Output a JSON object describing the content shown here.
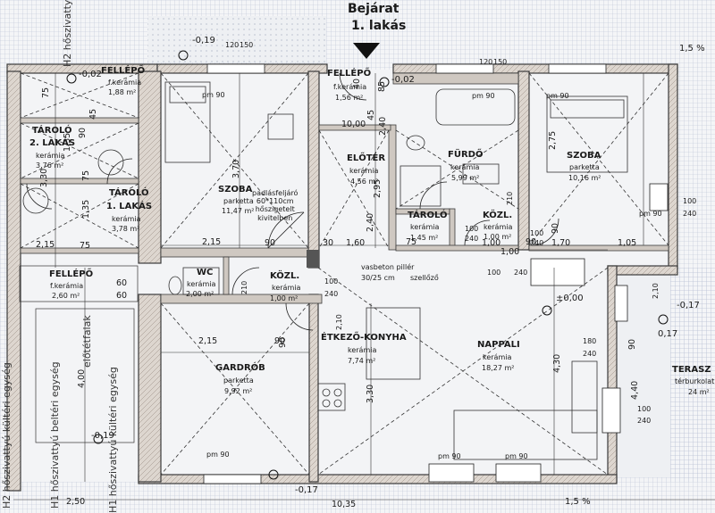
{
  "entrance": {
    "line1": "Bejárat",
    "line2": "1. lakás"
  },
  "rooms": [
    {
      "key": "fellepo-left",
      "name": "FELLÉPŐ",
      "material": "f.kerámia",
      "area": "1,88 m²"
    },
    {
      "key": "fellepo-entry",
      "name": "FELLÉPŐ",
      "material": "f.kerámia",
      "area": "1,56 m²"
    },
    {
      "key": "tarolo-2",
      "name": "TÁROLÓ",
      "sub": "2. LAKÁS",
      "material": "kerámia",
      "area": "3,76 m²"
    },
    {
      "key": "tarolo-1",
      "name": "TÁROLÓ",
      "sub": "1. LAKÁS",
      "material": "kerámia",
      "area": "3,78 m²"
    },
    {
      "key": "fellepo-low",
      "name": "FELLÉPŐ",
      "material": "f.kerámia",
      "area": "2,60 m²"
    },
    {
      "key": "szoba-left",
      "name": "SZOBA",
      "material": "parketta",
      "area": "11,47 m²"
    },
    {
      "key": "eloter",
      "name": "ELŐTÉR",
      "material": "kerámia",
      "area": "4,56 m²"
    },
    {
      "key": "furdo",
      "name": "FÜRDŐ",
      "material": "kerámia",
      "area": "5,99 m²"
    },
    {
      "key": "szoba-right",
      "name": "SZOBA",
      "material": "parketta",
      "area": "10,16 m²"
    },
    {
      "key": "tarolo-inner",
      "name": "TÁROLÓ",
      "material": "kerámia",
      "area": "1,45 m²"
    },
    {
      "key": "kozl-right",
      "name": "KÖZL.",
      "material": "kerámia",
      "area": "1,00 m²"
    },
    {
      "key": "wc",
      "name": "WC",
      "material": "kerámia",
      "area": "2,00 m²"
    },
    {
      "key": "kozl-mid",
      "name": "KÖZL.",
      "material": "kerámia",
      "area": "1,00 m²"
    },
    {
      "key": "etkezo",
      "name": "ÉTKEZŐ-KONYHA",
      "material": "kerámia",
      "area": "7,74 m²"
    },
    {
      "key": "nappali",
      "name": "NAPPALI",
      "material": "kerámia",
      "area": "18,27 m²"
    },
    {
      "key": "gardrob",
      "name": "GARDRÓB",
      "material": "parketta",
      "area": "9,92 m²"
    },
    {
      "key": "terasz",
      "name": "TERASZ",
      "material": "térburkolat",
      "area": "24 m²"
    }
  ],
  "notes": {
    "padlas": "padlásfeljáró\n60*110cm\nhőszigetelt\nkivitelben",
    "piller": "vasbeton pillér",
    "piller_size": "30/25 cm",
    "szellozo": "szellőző"
  },
  "levels": [
    "-0,19",
    "-0,02",
    "-0,02",
    "±0,00",
    "-0,17",
    "0,17",
    "-0,17",
    "-0,19"
  ],
  "slope": [
    "1,5 %",
    "1,5 %"
  ],
  "windows": [
    "pm 90",
    "pm 90",
    "pm 90",
    "pm 90",
    "pm 90",
    "pm 90",
    "pm 90"
  ],
  "outside_labels": [
    "H2 hőszivattyú kültéri egység",
    "H1 hőszivattyú beltéri egység",
    "előtétfalak",
    "H1 hőszivattyú kültéri egység",
    "H2 hőszivattyú beltéri egység"
  ],
  "dims_h": [
    "2,15",
    "2,15",
    "1,60",
    "30",
    "90",
    "1,70",
    "1,05",
    "2,15",
    "1,00",
    "1,00",
    "90",
    "90",
    "75",
    "75",
    "2,50",
    "10,35",
    "60",
    "60",
    "100",
    "240",
    "100",
    "240",
    "180",
    "240",
    "120",
    "150",
    "120",
    "150",
    "100",
    "240",
    "100",
    "240",
    "100",
    "240",
    "100",
    "240"
  ],
  "dims_v": [
    "3,70",
    "2,75",
    "4,30",
    "4,40",
    "3,30",
    "4,00",
    "2,95",
    "2,40",
    "1,35",
    "3,30",
    "1,35",
    "90",
    "85",
    "90",
    "210",
    "210",
    "75",
    "75",
    "45",
    "45",
    "40",
    "10,00",
    "2,40",
    "90",
    "90",
    "2,10",
    "2,10"
  ],
  "colors": {
    "wall": "#4a4a4a",
    "wall_fill": "#d9d3cc",
    "hatch": "#8a92a8",
    "paper": "#f4f5f7",
    "line": "#222222"
  }
}
